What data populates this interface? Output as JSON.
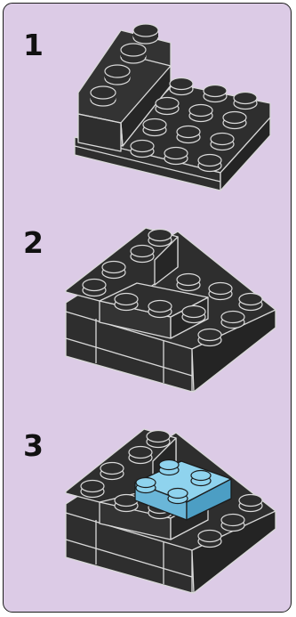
{
  "steps": [
    {
      "number": "1",
      "icon": "brick-assembly-step-1-icon"
    },
    {
      "number": "2",
      "icon": "brick-assembly-step-2-icon"
    },
    {
      "number": "3",
      "icon": "brick-assembly-step-3-icon"
    }
  ],
  "colors": {
    "panel_background": "#dccbe6",
    "panel_border": "#1c1c1c",
    "brick_dark": "#2e2e2e",
    "brick_edge": "#d9d9d9",
    "brick_highlight_blue": "#6ab6d8"
  }
}
